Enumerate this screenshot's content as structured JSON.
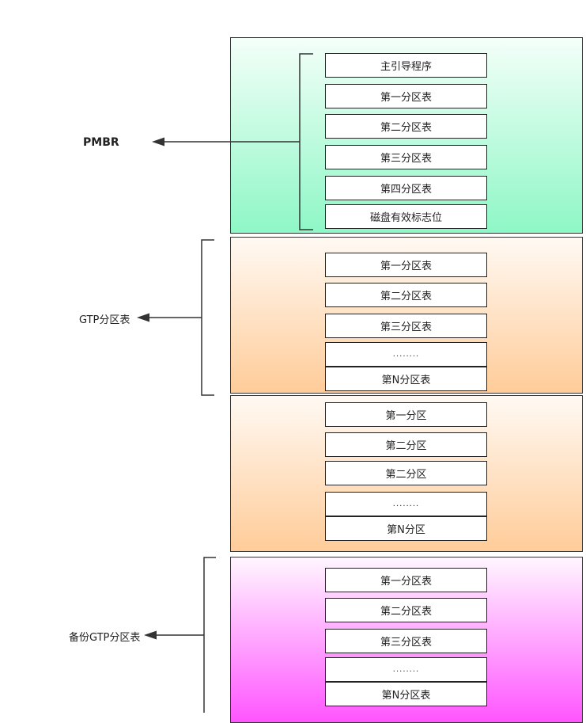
{
  "pmbr": {
    "label": "PMBR",
    "items": [
      "主引导程序",
      "第一分区表",
      "第二分区表",
      "第三分区表",
      "第四分区表",
      "磁盘有效标志位"
    ]
  },
  "gpt": {
    "label": "GTP分区表",
    "items": [
      "第一分区表",
      "第二分区表",
      "第三分区表",
      "........",
      "第N分区表"
    ]
  },
  "partitions": {
    "items": [
      "第一分区",
      "第二分区",
      "第二分区",
      "........",
      "第N分区"
    ]
  },
  "backup_gpt": {
    "label": "备份GTP分区表",
    "items": [
      "第一分区表",
      "第二分区表",
      "第三分区表",
      "........",
      "第N分区表"
    ]
  },
  "colors": {
    "pmbr_fill_top": "#f4fff9",
    "pmbr_fill_bottom": "#8ef7c6",
    "gpt_fill_top": "#fff9f3",
    "gpt_fill_bottom": "#ffcc99",
    "backup_fill_top": "#fff6ff",
    "backup_fill_bottom": "#ff55ff",
    "line": "#333333"
  }
}
